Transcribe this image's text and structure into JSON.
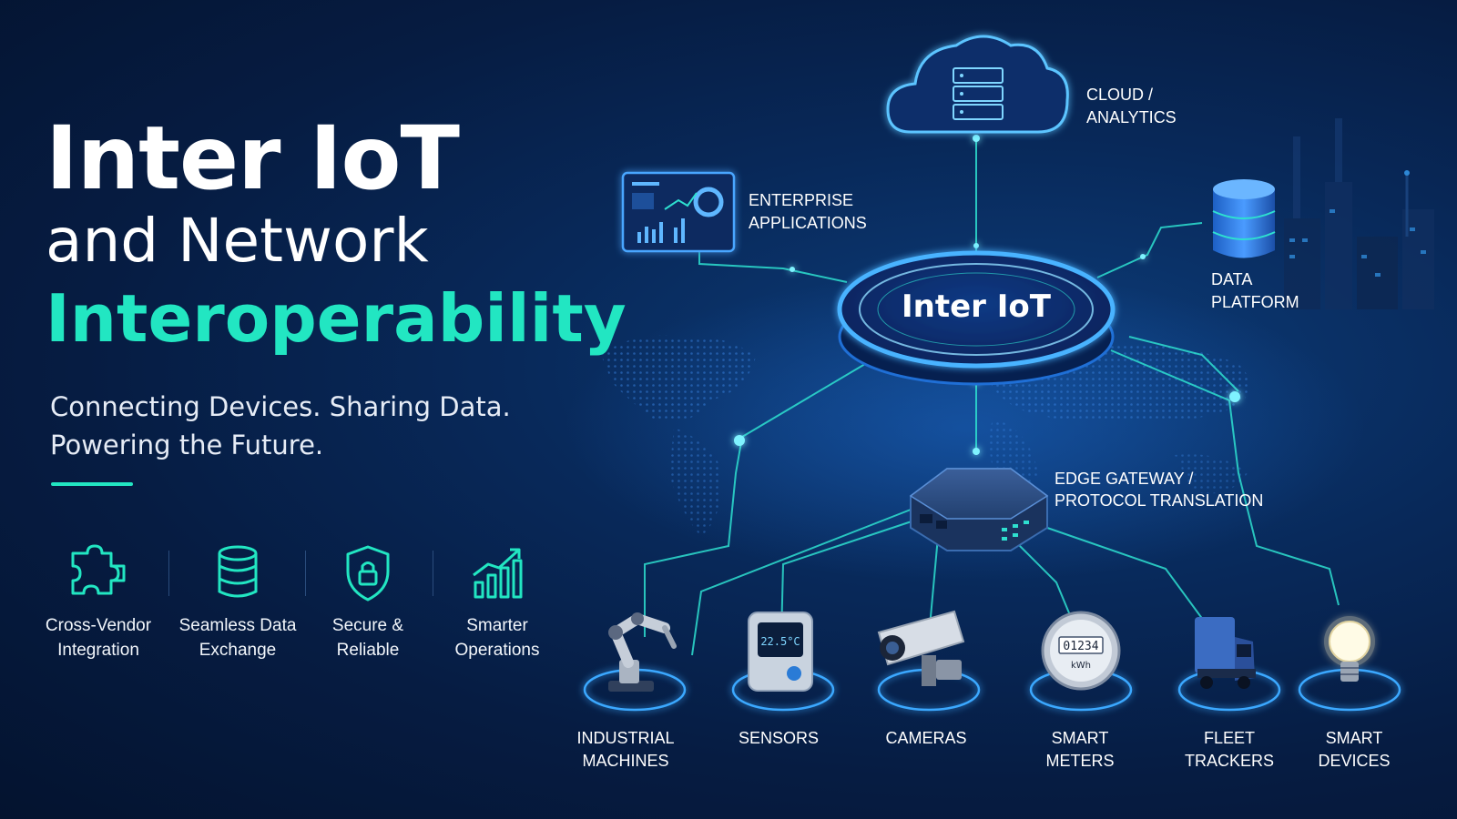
{
  "header": {
    "title_line1": "Inter IoT",
    "title_line2": "and Network",
    "title_line3": "Interoperability",
    "subtitle_line1": "Connecting Devices. Sharing Data.",
    "subtitle_line2": "Powering the Future."
  },
  "features": [
    {
      "line1": "Cross-Vendor",
      "line2": "Integration",
      "icon": "puzzle-icon"
    },
    {
      "line1": "Seamless Data",
      "line2": "Exchange",
      "icon": "database-icon"
    },
    {
      "line1": "Secure &",
      "line2": "Reliable",
      "icon": "shield-lock-icon"
    },
    {
      "line1": "Smarter",
      "line2": "Operations",
      "icon": "bar-chart-up-icon"
    }
  ],
  "diagram": {
    "hub_label": "Inter IoT",
    "nodes": {
      "cloud": {
        "line1": "CLOUD /",
        "line2": "ANALYTICS",
        "icon": "cloud-server-icon"
      },
      "enterprise": {
        "line1": "ENTERPRISE",
        "line2": "APPLICATIONS",
        "icon": "dashboard-icon"
      },
      "data_platform": {
        "line1": "DATA",
        "line2": "PLATFORM",
        "icon": "database-cylinder-icon"
      },
      "gateway": {
        "line1": "EDGE GATEWAY /",
        "line2": "PROTOCOL TRANSLATION",
        "icon": "gateway-box-icon"
      }
    },
    "devices": [
      {
        "line1": "INDUSTRIAL",
        "line2": "MACHINES",
        "icon": "robot-arm-icon"
      },
      {
        "line1": "SENSORS",
        "line2": "",
        "icon": "sensor-icon",
        "reading": "22.5°C"
      },
      {
        "line1": "CAMERAS",
        "line2": "",
        "icon": "camera-icon"
      },
      {
        "line1": "SMART",
        "line2": "METERS",
        "icon": "meter-icon",
        "reading": "01234",
        "unit": "kWh"
      },
      {
        "line1": "FLEET",
        "line2": "TRACKERS",
        "icon": "truck-icon"
      },
      {
        "line1": "SMART",
        "line2": "DEVICES",
        "icon": "lightbulb-icon"
      }
    ]
  },
  "colors": {
    "accent": "#22e6c2",
    "glow": "#3aa8ff",
    "line": "#2ee0d0",
    "background": "#061c42"
  }
}
